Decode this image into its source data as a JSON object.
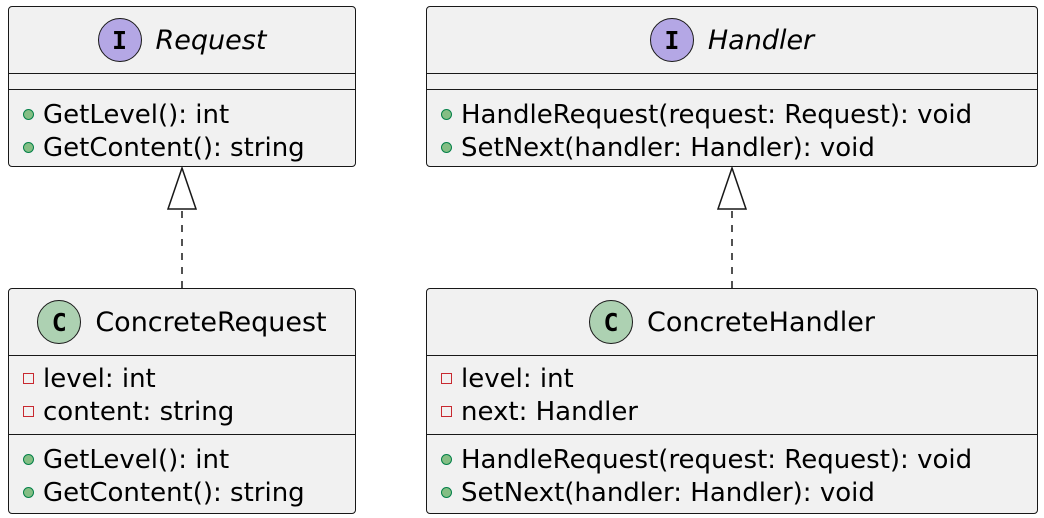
{
  "interfaces": [
    {
      "id": "request",
      "stereotype": "I",
      "name": "Request",
      "methods": [
        "GetLevel(): int",
        "GetContent(): string"
      ]
    },
    {
      "id": "handler",
      "stereotype": "I",
      "name": "Handler",
      "methods": [
        "HandleRequest(request: Request): void",
        "SetNext(handler: Handler): void"
      ]
    }
  ],
  "classes": [
    {
      "id": "concrete-request",
      "stereotype": "C",
      "name": "ConcreteRequest",
      "fields": [
        "level: int",
        "content: string"
      ],
      "methods": [
        "GetLevel(): int",
        "GetContent(): string"
      ]
    },
    {
      "id": "concrete-handler",
      "stereotype": "C",
      "name": "ConcreteHandler",
      "fields": [
        "level: int",
        "next: Handler"
      ],
      "methods": [
        "HandleRequest(request: Request): void",
        "SetNext(handler: Handler): void"
      ]
    }
  ],
  "relations": [
    {
      "type": "realization",
      "from": "ConcreteRequest",
      "to": "Request"
    },
    {
      "type": "realization",
      "from": "ConcreteHandler",
      "to": "Handler"
    }
  ],
  "colors": {
    "box_fill": "#f1f1f1",
    "border": "#181818",
    "interface_badge": "#b4a7e5",
    "class_badge": "#add1b2",
    "public_marker_fill": "#84be84",
    "public_marker_border": "#038048",
    "private_marker_border": "#c82930"
  }
}
